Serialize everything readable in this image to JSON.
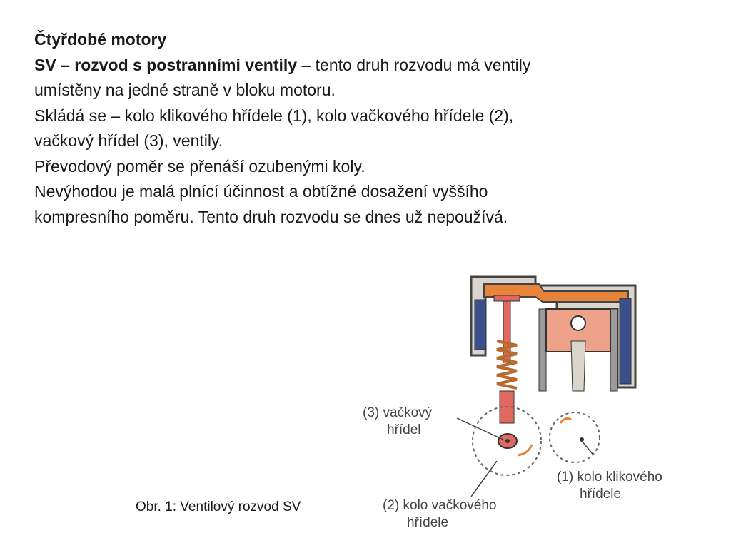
{
  "heading": "Čtyřdobé motory",
  "sv_title": "SV – rozvod s postranními ventily",
  "sv_intro_rest": " – tento druh rozvodu má ventily",
  "line_location": "umístěny na jedné straně v bloku motoru.",
  "line_parts_1": "Skládá se – kolo klikového hřídele (1), kolo vačkového hřídele (2),",
  "line_parts_2": "vačkový hřídel (3), ventily.",
  "line_gear": "Převodový poměr se přenáší ozubenými koly.",
  "line_disadv_1": "Nevýhodou je malá plnící účinnost a obtížné dosažení vyššího",
  "line_disadv_2": "kompresního poměru. Tento druh rozvodu se dnes už nepoužívá.",
  "caption": "Obr. 1: Ventilový rozvod SV",
  "figure_labels": {
    "camshaft_1": "(3) vačkový",
    "camshaft_2": "hřídel",
    "cam_gear_1": "(2) kolo vačkového",
    "cam_gear_2": "hřídele",
    "crank_gear_1": "(1) kolo klikového",
    "crank_gear_2": "hřídele"
  }
}
